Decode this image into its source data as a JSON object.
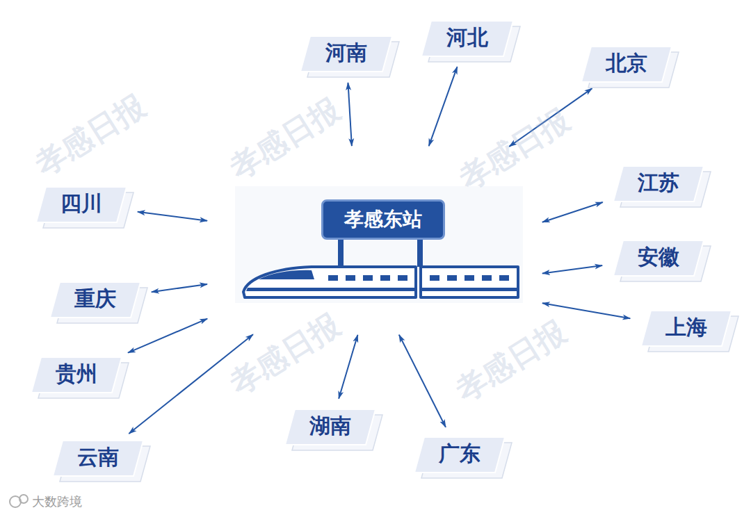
{
  "diagram": {
    "nodes": [
      {
        "text": [
          "孝感东站"
        ]
      },
      {
        "text": [
          "河南"
        ]
      },
      {
        "text": [
          "河北"
        ]
      },
      {
        "text": [
          "北京"
        ]
      },
      {
        "text": [
          "江苏"
        ]
      },
      {
        "text": [
          "四川"
        ]
      },
      {
        "text": [
          "安徽"
        ]
      },
      {
        "text": [
          "重庆"
        ]
      },
      {
        "text": [
          "上海"
        ]
      },
      {
        "text": [
          "贵州"
        ]
      },
      {
        "text": [
          "湖南"
        ]
      },
      {
        "text": [
          "广东"
        ]
      },
      {
        "text": [
          "云南"
        ]
      }
    ],
    "edges": [
      {
        "from": 1,
        "to": 0,
        "arrow": "both"
      },
      {
        "from": 2,
        "to": 0,
        "arrow": "both"
      },
      {
        "from": 3,
        "to": 0,
        "arrow": "both"
      },
      {
        "from": 4,
        "to": 0,
        "arrow": "both"
      },
      {
        "from": 5,
        "to": 0,
        "arrow": "both"
      },
      {
        "from": 6,
        "to": 0,
        "arrow": "both"
      },
      {
        "from": 7,
        "to": 0,
        "arrow": "both"
      },
      {
        "from": 8,
        "to": 0,
        "arrow": "both"
      },
      {
        "from": 9,
        "to": 0,
        "arrow": "both"
      },
      {
        "from": 10,
        "to": 0,
        "arrow": "both"
      },
      {
        "from": 11,
        "to": 0,
        "arrow": "both"
      },
      {
        "from": 12,
        "to": 0,
        "arrow": "both"
      }
    ],
    "labels": [
      "孝感日报",
      "孝感日报",
      "孝感日报",
      "孝感日报",
      "孝感日报",
      "大数跨境"
    ]
  }
}
